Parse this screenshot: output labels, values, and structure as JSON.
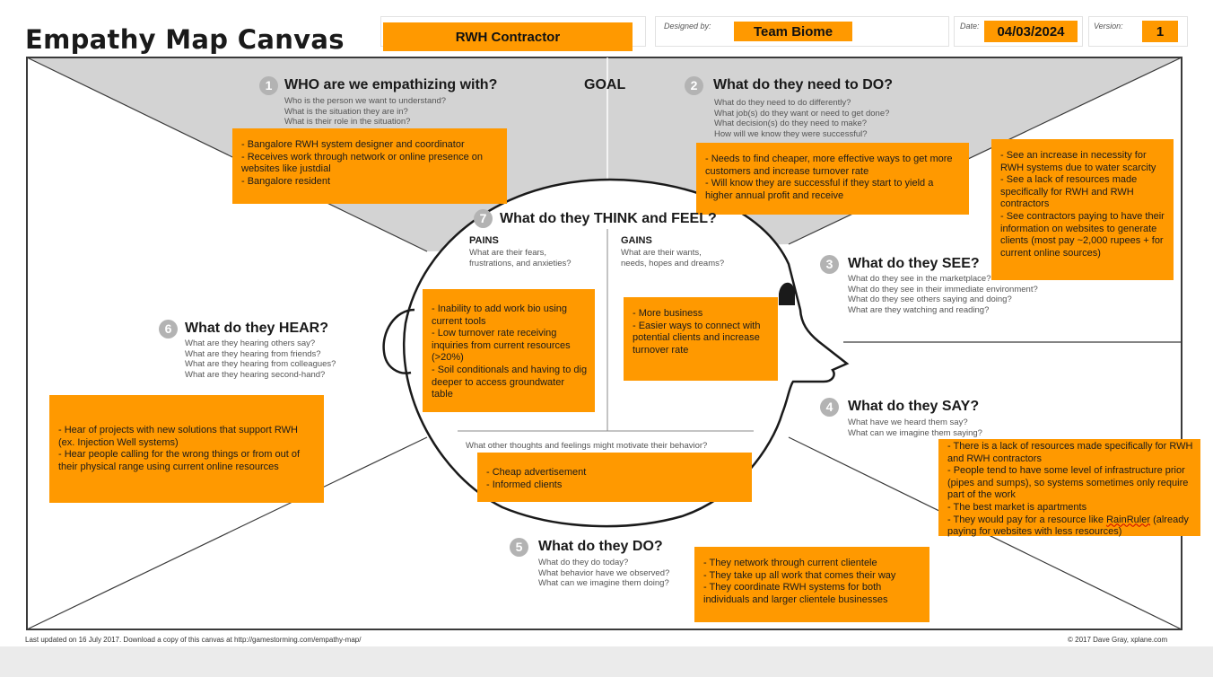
{
  "header": {
    "title": "Empathy Map Canvas",
    "project_value": "RWH Contractor",
    "designed_by_label": "Designed by:",
    "designed_by_value": "Team Biome",
    "date_label": "Date:",
    "date_value": "04/03/2024",
    "version_label": "Version:",
    "version_value": "1"
  },
  "goal_label": "GOAL",
  "sections": {
    "who": {
      "number": "1",
      "heading": "WHO are we empathizing with?",
      "prompts": [
        "Who is the person we want to understand?",
        "What is the situation they are in?",
        "What is their role in the situation?"
      ],
      "note": [
        "- Bangalore RWH system designer and coordinator",
        "- Receives work through network or online presence on websites like justdial",
        "- Bangalore resident"
      ]
    },
    "do_need": {
      "number": "2",
      "heading": "What do they need to DO?",
      "prompts": [
        "What do they need to do differently?",
        "What job(s) do they want or need to get done?",
        "What decision(s) do they need to make?",
        "How will we know they were successful?"
      ],
      "note": [
        "- Needs to find cheaper, more effective ways to get more customers and increase turnover rate",
        "- Will know they are successful if they start to yield a higher annual profit and receive"
      ]
    },
    "see": {
      "number": "3",
      "heading": "What do they SEE?",
      "prompts": [
        "What do they see in the marketplace?",
        "What do they see in their immediate environment?",
        "What do they see others saying and doing?",
        "What are they watching and reading?"
      ],
      "note": [
        "- See an increase in necessity for RWH systems due to water scarcity",
        "- See a lack of resources made specifically for RWH and RWH contractors",
        "- See contractors paying to have their information on websites to generate clients (most pay ~2,000 rupees + for current online sources)"
      ]
    },
    "say": {
      "number": "4",
      "heading": "What do they SAY?",
      "prompts": [
        "What have we heard them say?",
        "What can we imagine them saying?"
      ],
      "note_lines": [
        "-  There is a lack of resources made specifically for RWH and RWH contractors",
        "- People tend to have some level of infrastructure prior (pipes and sumps), so systems sometimes only require part of the work",
        "- The best market is apartments"
      ],
      "note_last_prefix": "- They would pay for a resource like ",
      "note_last_word": "RainRuler",
      "note_last_suffix": " (already paying for websites with less resources)"
    },
    "do": {
      "number": "5",
      "heading": "What do they DO?",
      "prompts": [
        "What do they do today?",
        "What behavior have we observed?",
        "What can we imagine them doing?"
      ],
      "note": [
        "- They network through current clientele",
        "- They take up all work that comes their way",
        "- They coordinate RWH systems for both individuals and larger clientele businesses"
      ]
    },
    "hear": {
      "number": "6",
      "heading": "What do they HEAR?",
      "prompts": [
        "What are they hearing others say?",
        "What are they hearing from friends?",
        "What are they hearing from colleagues?",
        "What are they hearing second-hand?"
      ],
      "note": [
        "- Hear of projects with new solutions that support RWH (ex. Injection Well systems)",
        "- Hear people calling for the wrong things or from out of their physical range using current online resources"
      ]
    },
    "think_feel": {
      "number": "7",
      "heading": "What do they THINK and FEEL?",
      "pains_label": "PAINS",
      "pains_prompts": [
        "What are their fears,",
        "frustrations, and anxieties?"
      ],
      "gains_label": "GAINS",
      "gains_prompts": [
        "What are their wants,",
        "needs, hopes and dreams?"
      ],
      "pains_note": [
        "- Inability to add work bio using current tools",
        "- Low turnover rate receiving inquiries from current resources (>20%)",
        "- Soil conditionals and having to dig deeper to access groundwater table"
      ],
      "gains_note": [
        "- More business",
        "- Easier ways to connect with potential clients and increase turnover rate"
      ],
      "motivate_prompt": "What other thoughts and feelings might motivate their behavior?",
      "motivate_note": [
        "- Cheap advertisement",
        "- Informed clients"
      ]
    }
  },
  "footer": {
    "left": "Last updated on 16 July 2017. Download a copy of this canvas at http://gamestorming.com/empathy-map/",
    "right": "© 2017 Dave Gray, xplane.com"
  },
  "colors": {
    "sticky": "#ff9900",
    "goal_region": "#d3d3d3",
    "number_badge": "#b3b3b3"
  }
}
